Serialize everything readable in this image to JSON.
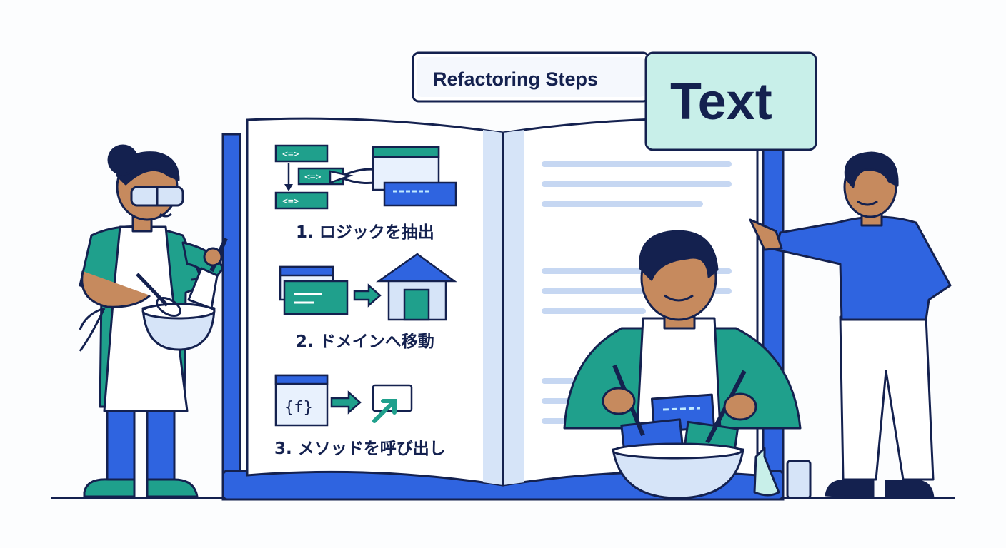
{
  "title_label": "Refactoring Steps",
  "tag_label": "Text",
  "steps": [
    {
      "label": "1. ロジックを抽出",
      "icon": "extract-logic-icon"
    },
    {
      "label": "2. ドメインへ移動",
      "icon": "move-to-domain-icon"
    },
    {
      "label": "3. メソッドを呼び出し",
      "icon": "call-method-icon"
    }
  ],
  "code_glyphs": {
    "tag": "<=>",
    "function": "{f}"
  },
  "colors": {
    "navy": "#14214f",
    "brand_blue": "#2f64e0",
    "teal": "#1fa08c",
    "mint": "#c8efe9",
    "pale_blue": "#d6e4f8",
    "paper": "#ffffff"
  }
}
